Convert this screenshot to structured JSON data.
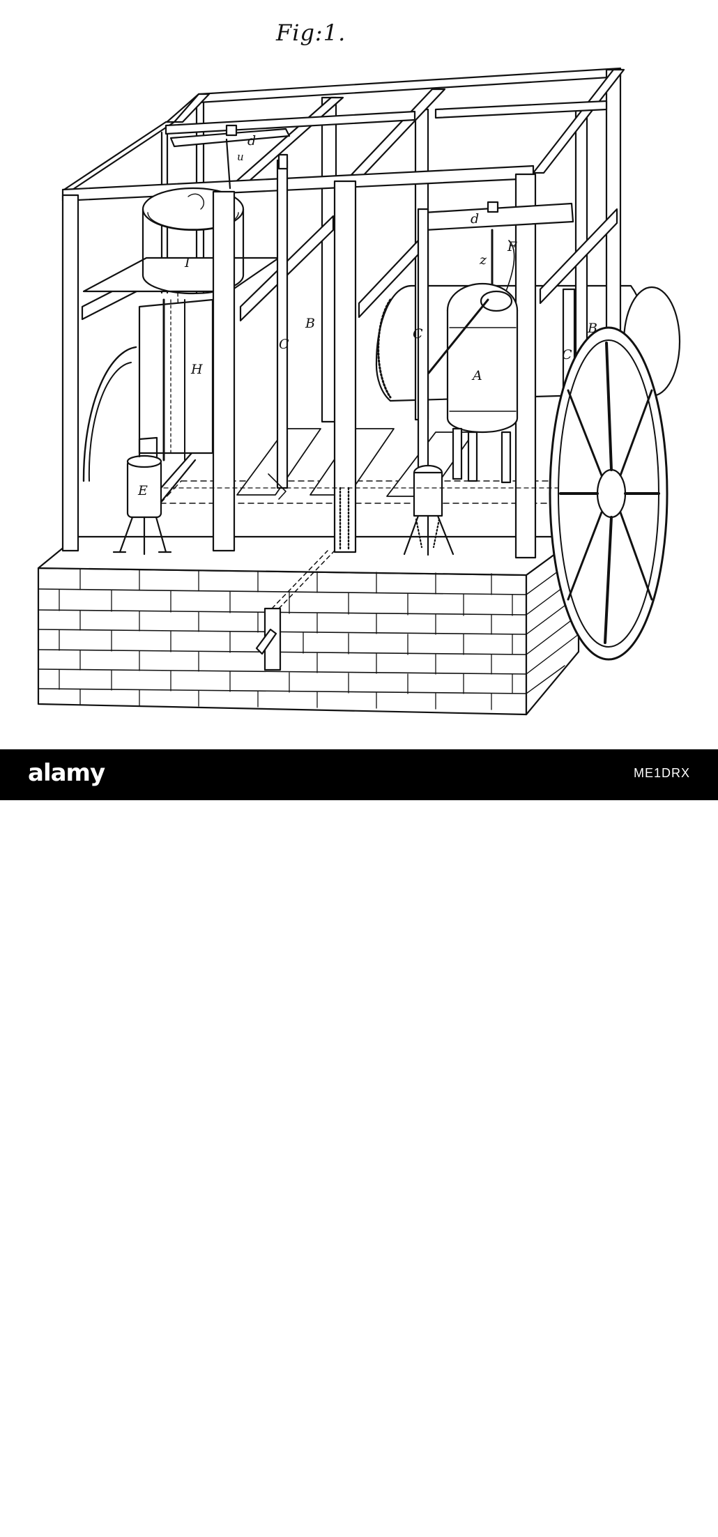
{
  "figure": {
    "title": "Fig:1.",
    "labels": {
      "d_left": "d",
      "u": "u",
      "I": "I",
      "d_right": "d",
      "z": "z",
      "F_right": "F",
      "B_center": "B",
      "C_left": "C",
      "H": "H",
      "C_right": "C",
      "A": "A",
      "B_right": "B",
      "C_far": "C",
      "E": "E"
    }
  },
  "banner": {
    "brand": "alamy",
    "image_id": "ME1DRX"
  },
  "colors": {
    "ink": "#111111",
    "paper": "#ffffff",
    "banner": "#000000"
  },
  "icons": {
    "logo_mark": "alamy-a-icon"
  }
}
